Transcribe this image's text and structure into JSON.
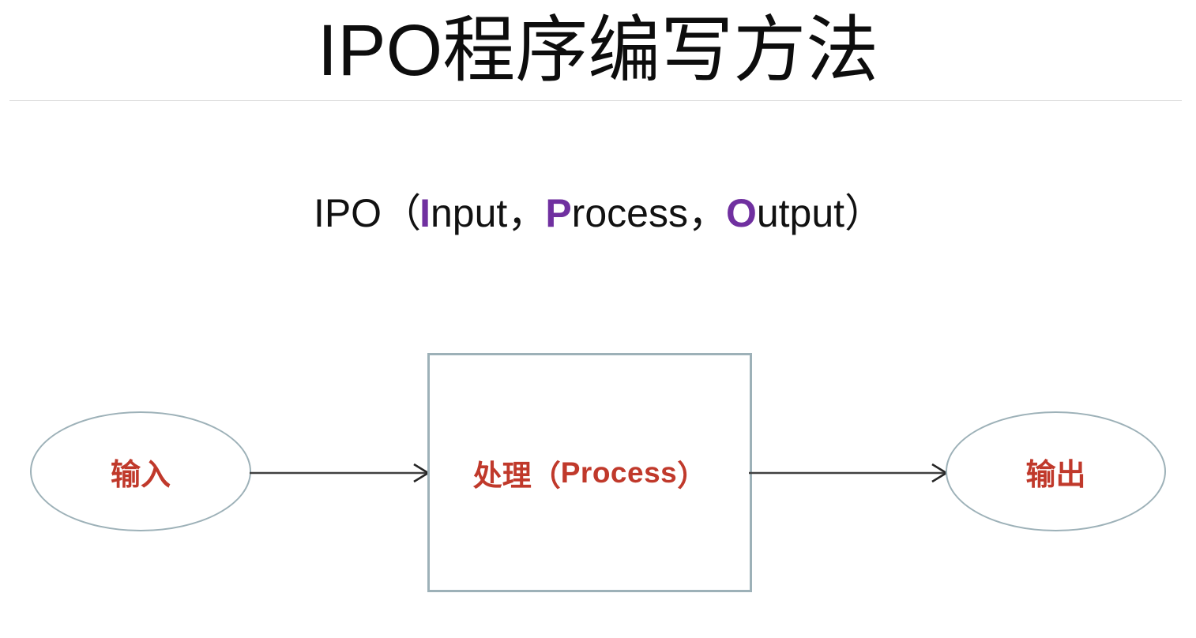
{
  "slide": {
    "title": "IPO程序编写方法",
    "subtitle": {
      "prefix": "IPO",
      "open_paren": "（",
      "input_accent": "I",
      "input_rest": "nput",
      "sep1": "，",
      "process_accent": "P",
      "process_rest": "rocess",
      "sep2": "，",
      "output_accent": "O",
      "output_rest": "utput",
      "close_paren": "）",
      "full_text": "IPO（Input，Process，Output）"
    }
  },
  "diagram": {
    "type": "flowchart",
    "orientation": "left-to-right",
    "nodes": [
      {
        "id": "input",
        "shape": "ellipse",
        "label": "输入"
      },
      {
        "id": "process",
        "shape": "rectangle",
        "label_cjk": "处理",
        "label_open": "（",
        "label_en": "Process",
        "label_close": "）",
        "label_full": "处理（Process）"
      },
      {
        "id": "output",
        "shape": "ellipse",
        "label": "输出"
      }
    ],
    "connectors": [
      {
        "id": "input-to-process",
        "from": "input",
        "to": "process",
        "style": "open-arrow"
      },
      {
        "id": "process-to-output",
        "from": "process",
        "to": "output",
        "style": "open-arrow"
      }
    ]
  },
  "colors": {
    "title_text": "#0D0D0D",
    "divider": "#D9D9D9",
    "accent_purple": "#7030A0",
    "shape_label_red": "#C0392B",
    "shape_outline": "#9DB1B8",
    "connector": "#404040",
    "background": "#FFFFFF"
  }
}
